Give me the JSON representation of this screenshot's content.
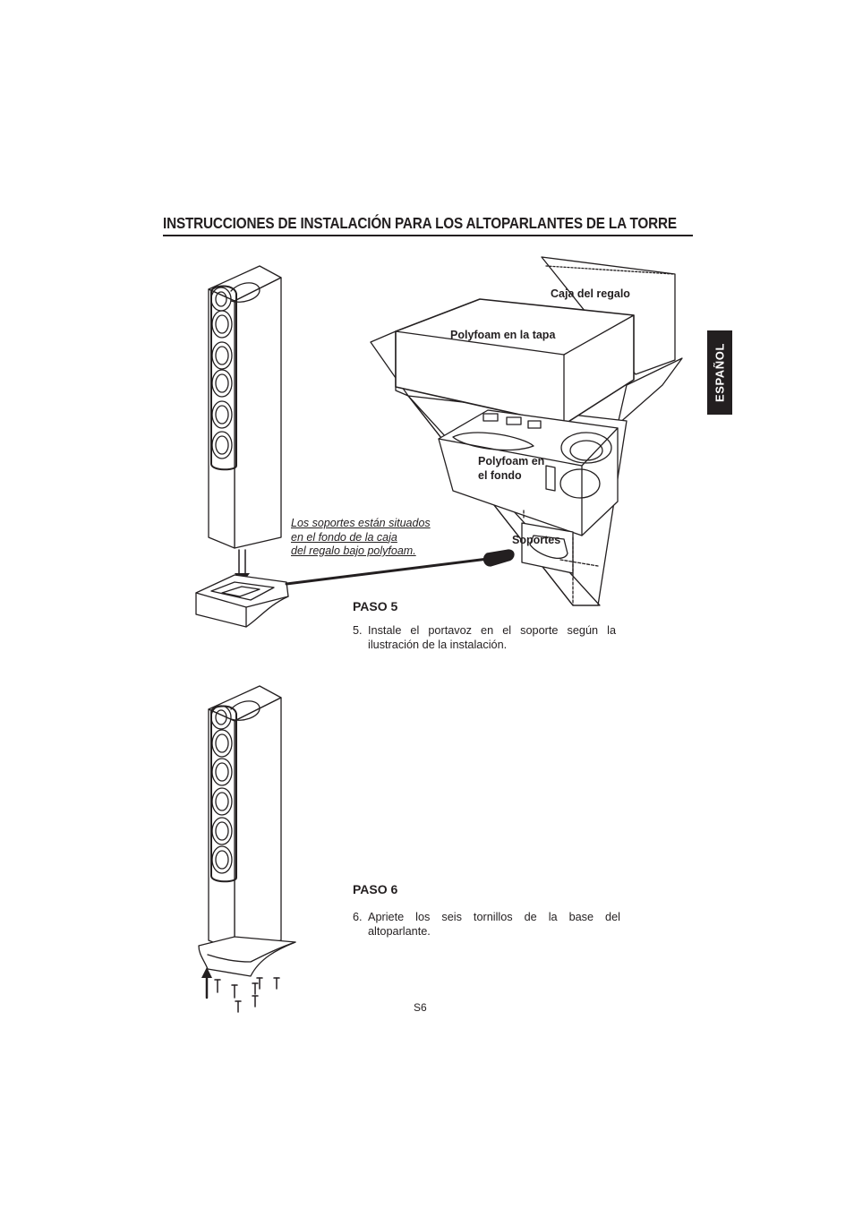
{
  "title": "INSTRUCCIONES DE INSTALACIÓN PARA LOS ALTOPARLANTES DE LA TORRE",
  "side_tab": "ESPAÑOL",
  "figure1": {
    "labels": {
      "gift_box": "Caja del regalo",
      "lid_foam": "Polyfoam en la tapa",
      "bottom_foam_1": "Polyfoam en",
      "bottom_foam_2": "el fondo",
      "stands": "Soportes"
    },
    "note": [
      "Los soportes están situados",
      "en el fondo de la caja",
      "del regalo bajo polyfoam."
    ]
  },
  "step5": {
    "title": "PASO 5",
    "number": "5.",
    "text": "Instale el portavoz en el soporte según la ilustración de la instalación."
  },
  "step6": {
    "title": "PASO 6",
    "number": "6.",
    "text": "Apriete los seis tornillos de la base del altoparlante."
  },
  "page_number": "S6"
}
